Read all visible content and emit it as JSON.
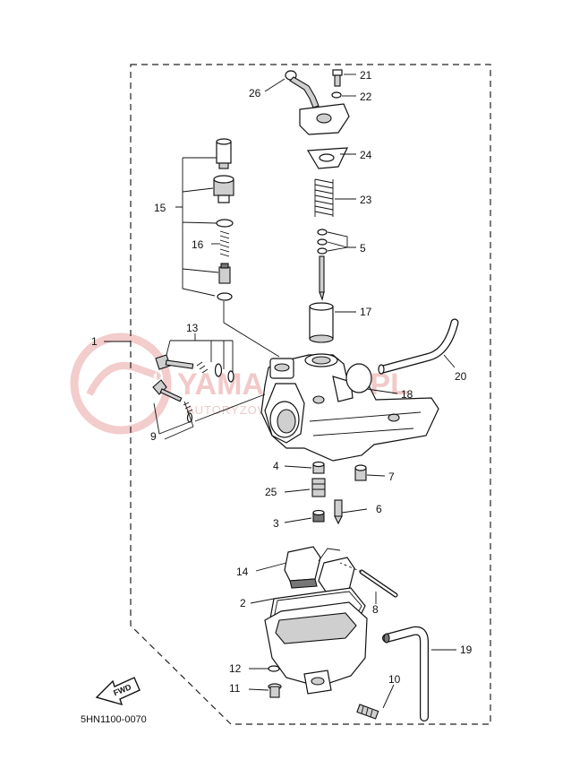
{
  "diagram": {
    "code": "5HN1100-0070",
    "watermark": {
      "main": "YAMASKLEP.PL",
      "sub": "AUTORYZOWANY DEALER YAMAHA"
    },
    "fwd_label": "FWD",
    "callouts": {
      "c1": "1",
      "c2": "2",
      "c3": "3",
      "c4": "4",
      "c5": "5",
      "c6": "6",
      "c7": "7",
      "c8": "8",
      "c9": "9",
      "c10": "10",
      "c11": "11",
      "c12": "12",
      "c13": "13",
      "c14": "14",
      "c15": "15",
      "c16": "16",
      "c17": "17",
      "c18": "18",
      "c19": "19",
      "c20": "20",
      "c21": "21",
      "c22": "22",
      "c23": "23",
      "c24": "24",
      "c25": "25",
      "c26": "26"
    }
  }
}
